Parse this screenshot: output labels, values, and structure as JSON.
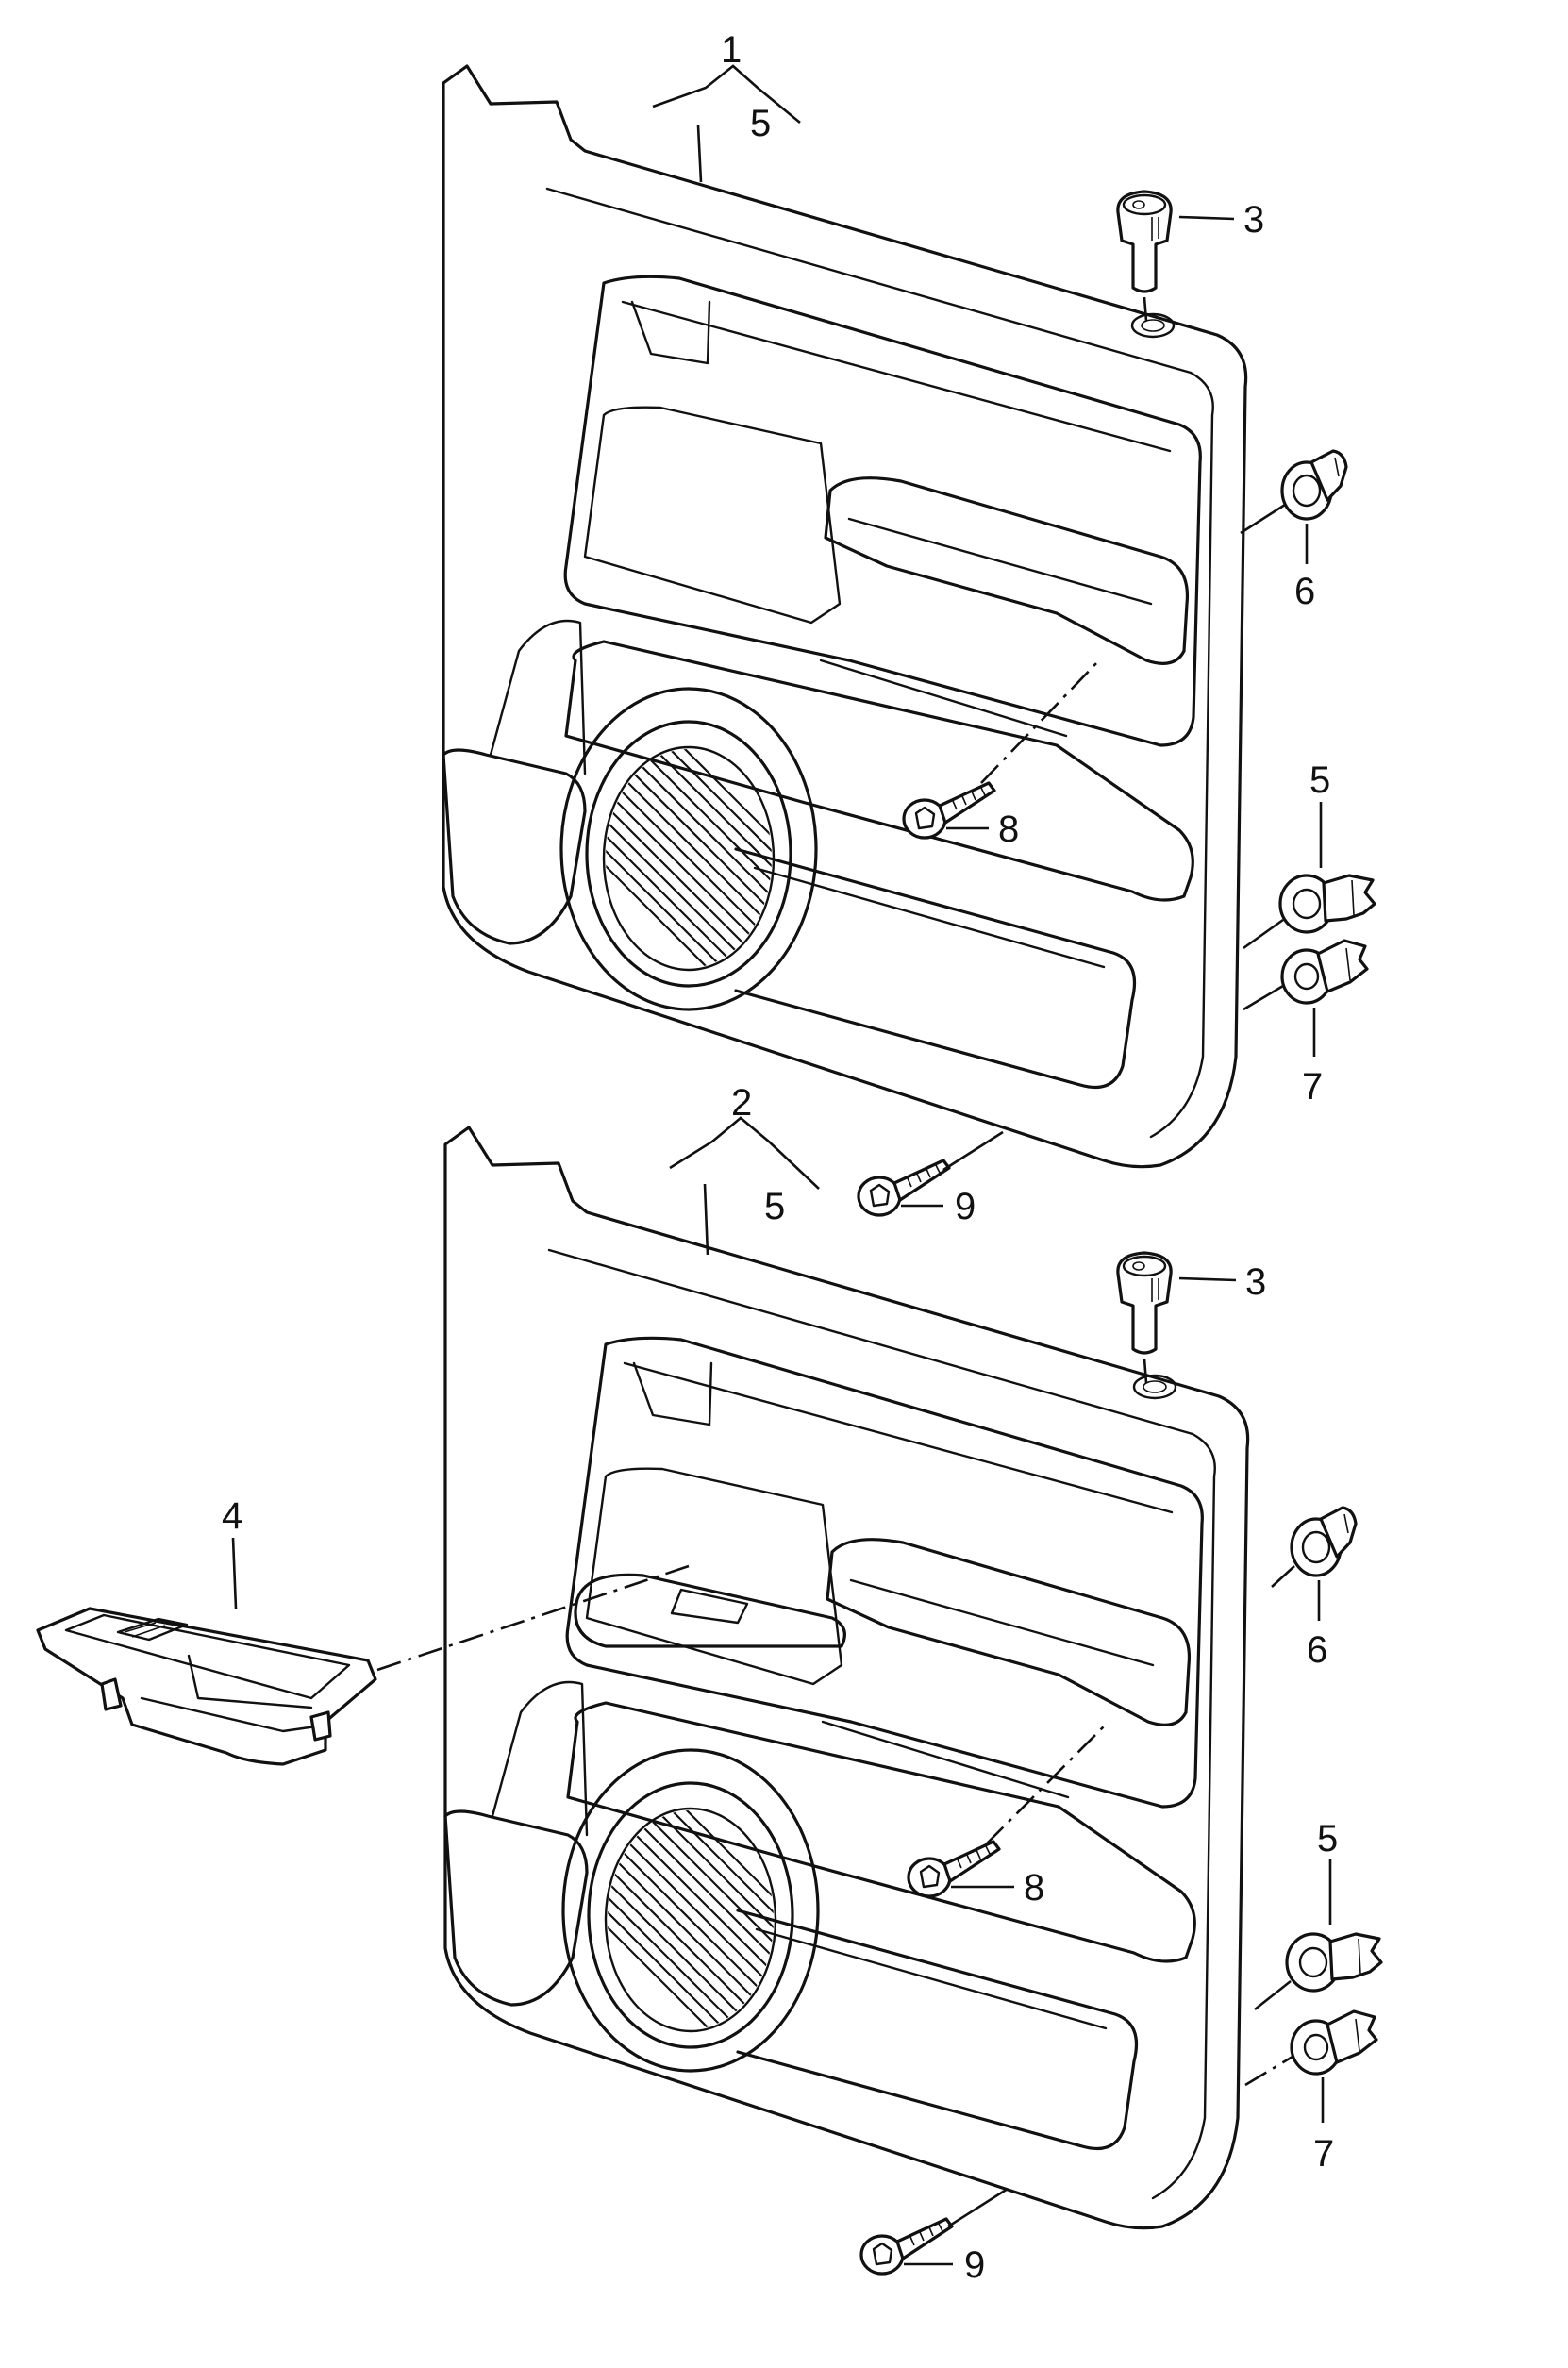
{
  "diagram": {
    "colors": {
      "ink": "#111111",
      "paper": "#ffffff"
    },
    "upper_panel": {
      "group_callouts": {
        "main": "1",
        "sub": "5"
      },
      "parts": {
        "clip_top": "3",
        "clip_round": "6",
        "clip_a": "5",
        "clip_b": "7",
        "screw_mid": "8",
        "screw_bottom": "9"
      }
    },
    "lower_panel": {
      "group_callouts": {
        "main": "2",
        "sub": "5"
      },
      "parts": {
        "clip_top": "3",
        "clip_round": "6",
        "clip_a": "5",
        "clip_b": "7",
        "screw_mid": "8",
        "screw_bottom": "9"
      }
    },
    "switch_bezel": {
      "callout": "4"
    }
  }
}
